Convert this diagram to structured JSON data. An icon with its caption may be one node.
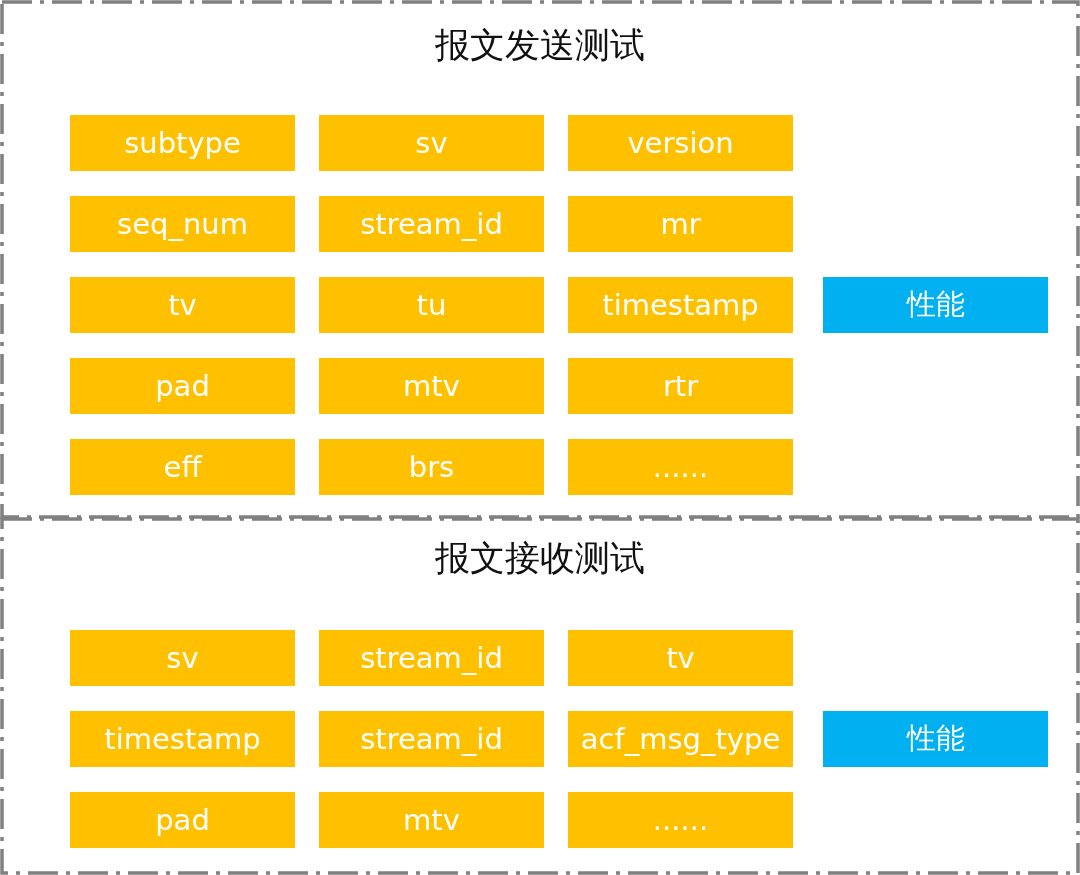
{
  "diagram": {
    "nodes": [
      {
        "text": [
          "报文发送测试"
        ]
      },
      {
        "text": [
          "subtype"
        ],
        "in": 0
      },
      {
        "text": [
          "sv"
        ],
        "in": 0
      },
      {
        "text": [
          "version"
        ],
        "in": 0
      },
      {
        "text": [
          "seq_num"
        ],
        "in": 0
      },
      {
        "text": [
          "stream_id"
        ],
        "in": 0
      },
      {
        "text": [
          "mr"
        ],
        "in": 0
      },
      {
        "text": [
          "tv"
        ],
        "in": 0
      },
      {
        "text": [
          "tu"
        ],
        "in": 0
      },
      {
        "text": [
          "timestamp"
        ],
        "in": 0
      },
      {
        "text": [
          "性能"
        ],
        "in": 0
      },
      {
        "text": [
          "pad"
        ],
        "in": 0
      },
      {
        "text": [
          "mtv"
        ],
        "in": 0
      },
      {
        "text": [
          "rtr"
        ],
        "in": 0
      },
      {
        "text": [
          "eff"
        ],
        "in": 0
      },
      {
        "text": [
          "brs"
        ],
        "in": 0
      },
      {
        "text": [
          "......"
        ],
        "in": 0
      },
      {
        "text": [
          "报文接收测试"
        ]
      },
      {
        "text": [
          "sv"
        ],
        "in": 17
      },
      {
        "text": [
          "stream_id"
        ],
        "in": 17
      },
      {
        "text": [
          "tv"
        ],
        "in": 17
      },
      {
        "text": [
          "timestamp"
        ],
        "in": 17
      },
      {
        "text": [
          "stream_id"
        ],
        "in": 17
      },
      {
        "text": [
          "acf_msg_type"
        ],
        "in": 17
      },
      {
        "text": [
          "性能"
        ],
        "in": 17
      },
      {
        "text": [
          "pad"
        ],
        "in": 17
      },
      {
        "text": [
          "mtv"
        ],
        "in": 17
      },
      {
        "text": [
          "......"
        ],
        "in": 17
      }
    ],
    "edges": []
  }
}
